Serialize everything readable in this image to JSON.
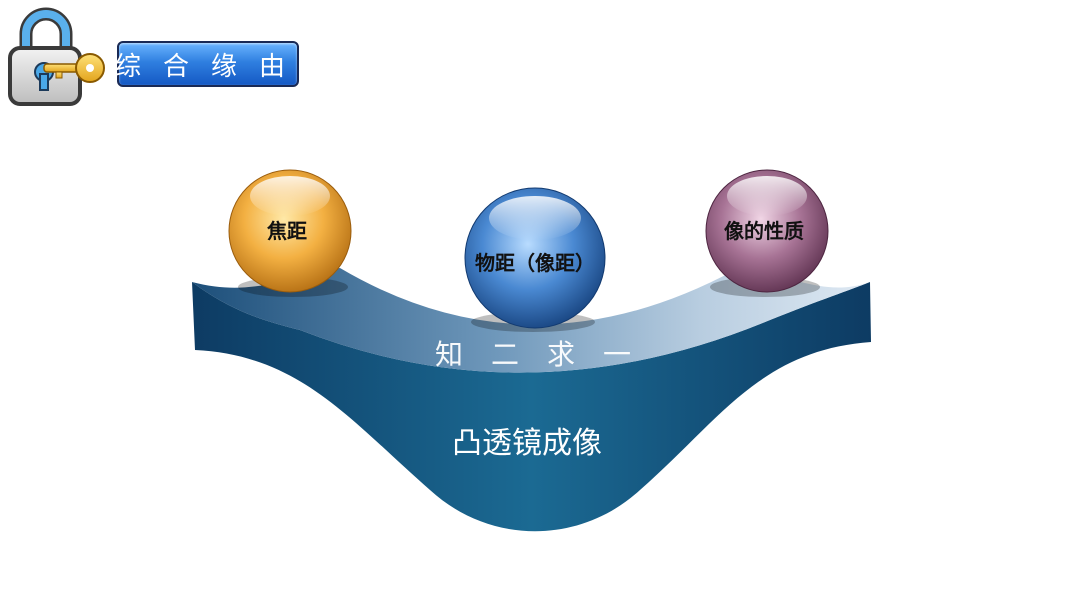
{
  "header": {
    "title": "综合缘由"
  },
  "diagram": {
    "balls": [
      {
        "label": "焦距",
        "color": "#f0a834"
      },
      {
        "label": "物距（像距）",
        "color": "#3a7cc8"
      },
      {
        "label": "像的性质",
        "color": "#8e5a7e"
      }
    ],
    "band_label": "知　二　求　一",
    "main_label": "凸透镜成像"
  },
  "colors": {
    "badge": "#2f7fe0",
    "curve_dark": "#0b2f55",
    "curve_main": "#1a5f8c"
  }
}
